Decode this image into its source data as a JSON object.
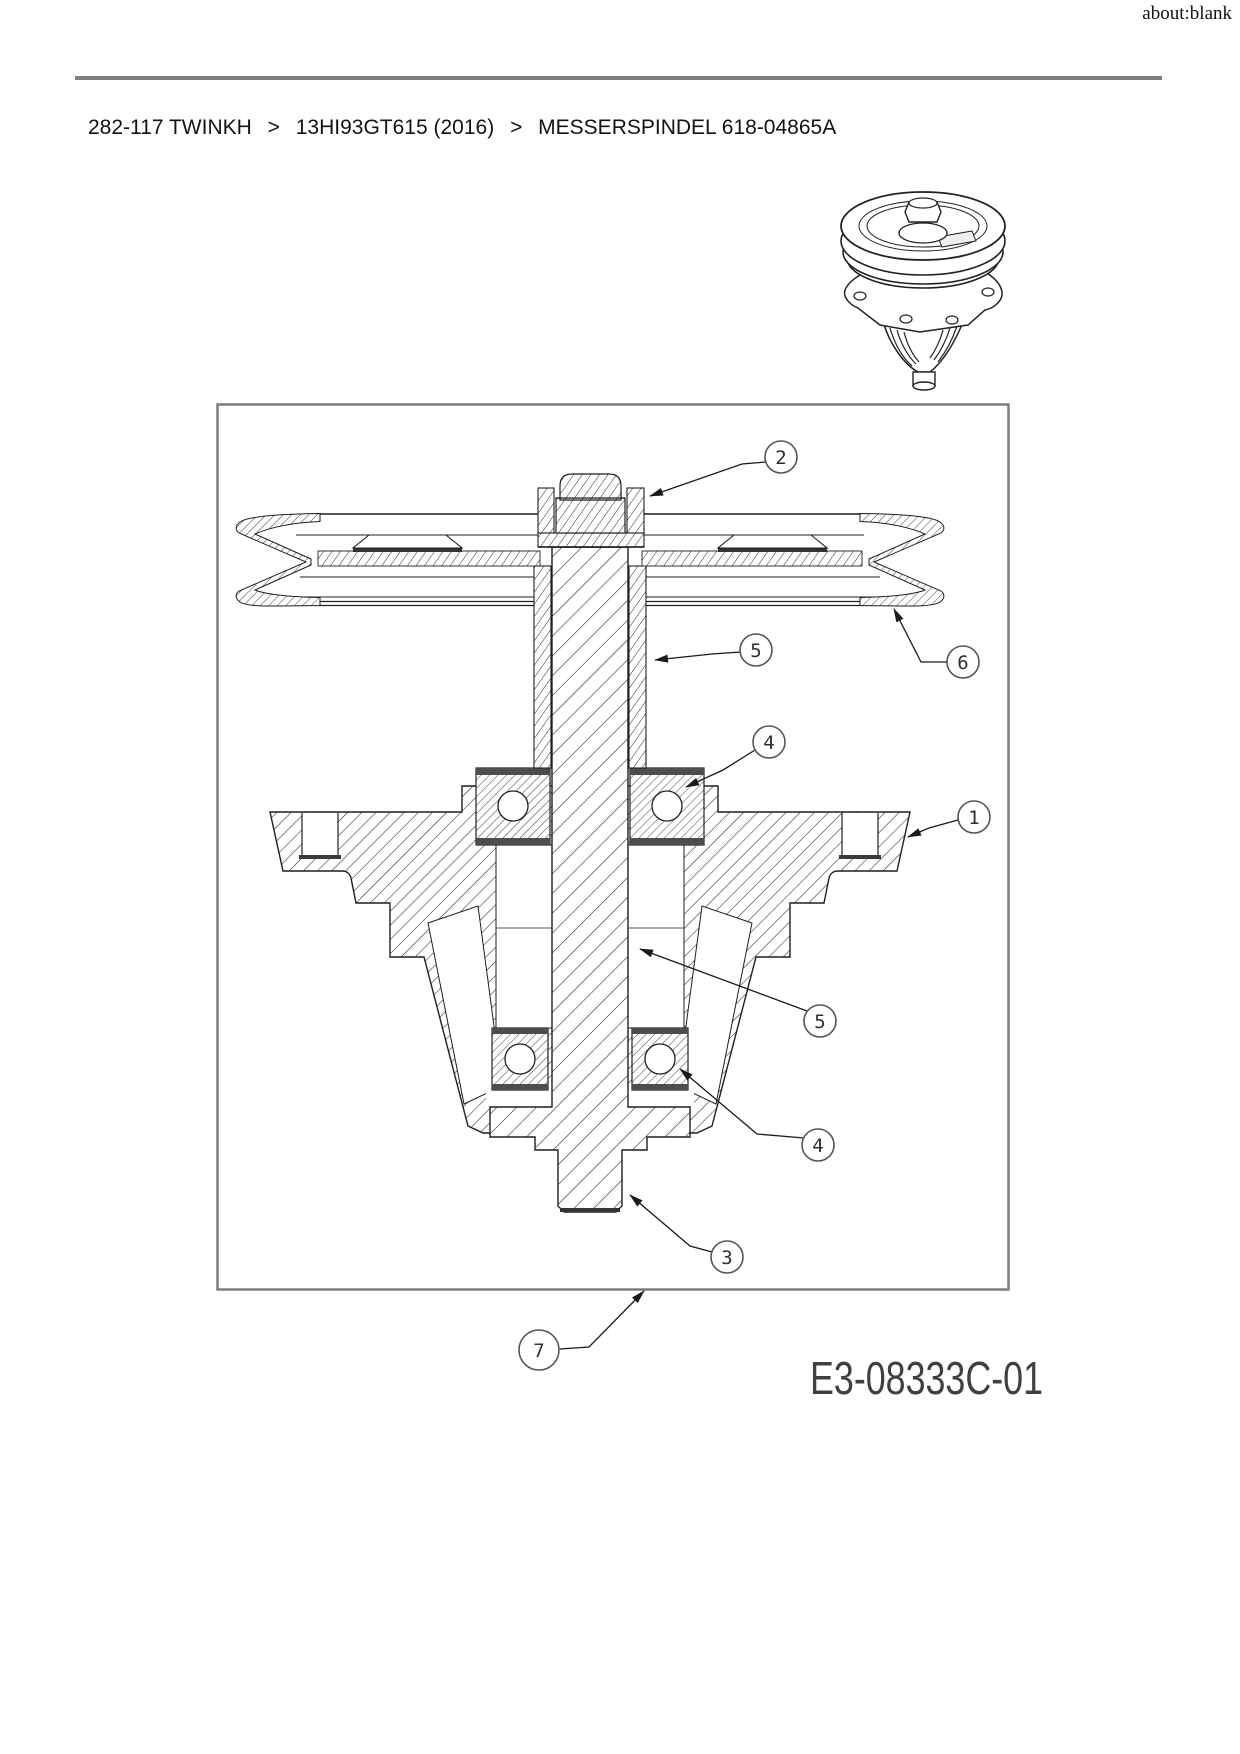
{
  "browser": {
    "url_header": "about:blank"
  },
  "breadcrumb": {
    "items": [
      "282-117 TWINKH",
      "13HI93GT615 (2016)",
      "MESSERSPINDEL 618-04865A"
    ],
    "separator": ">"
  },
  "diagram": {
    "part_code": "E3-08333C-01",
    "callouts": [
      {
        "label": "2"
      },
      {
        "label": "5"
      },
      {
        "label": "4"
      },
      {
        "label": "6"
      },
      {
        "label": "1"
      },
      {
        "label": "5"
      },
      {
        "label": "4"
      },
      {
        "label": "3"
      },
      {
        "label": "7"
      }
    ]
  }
}
